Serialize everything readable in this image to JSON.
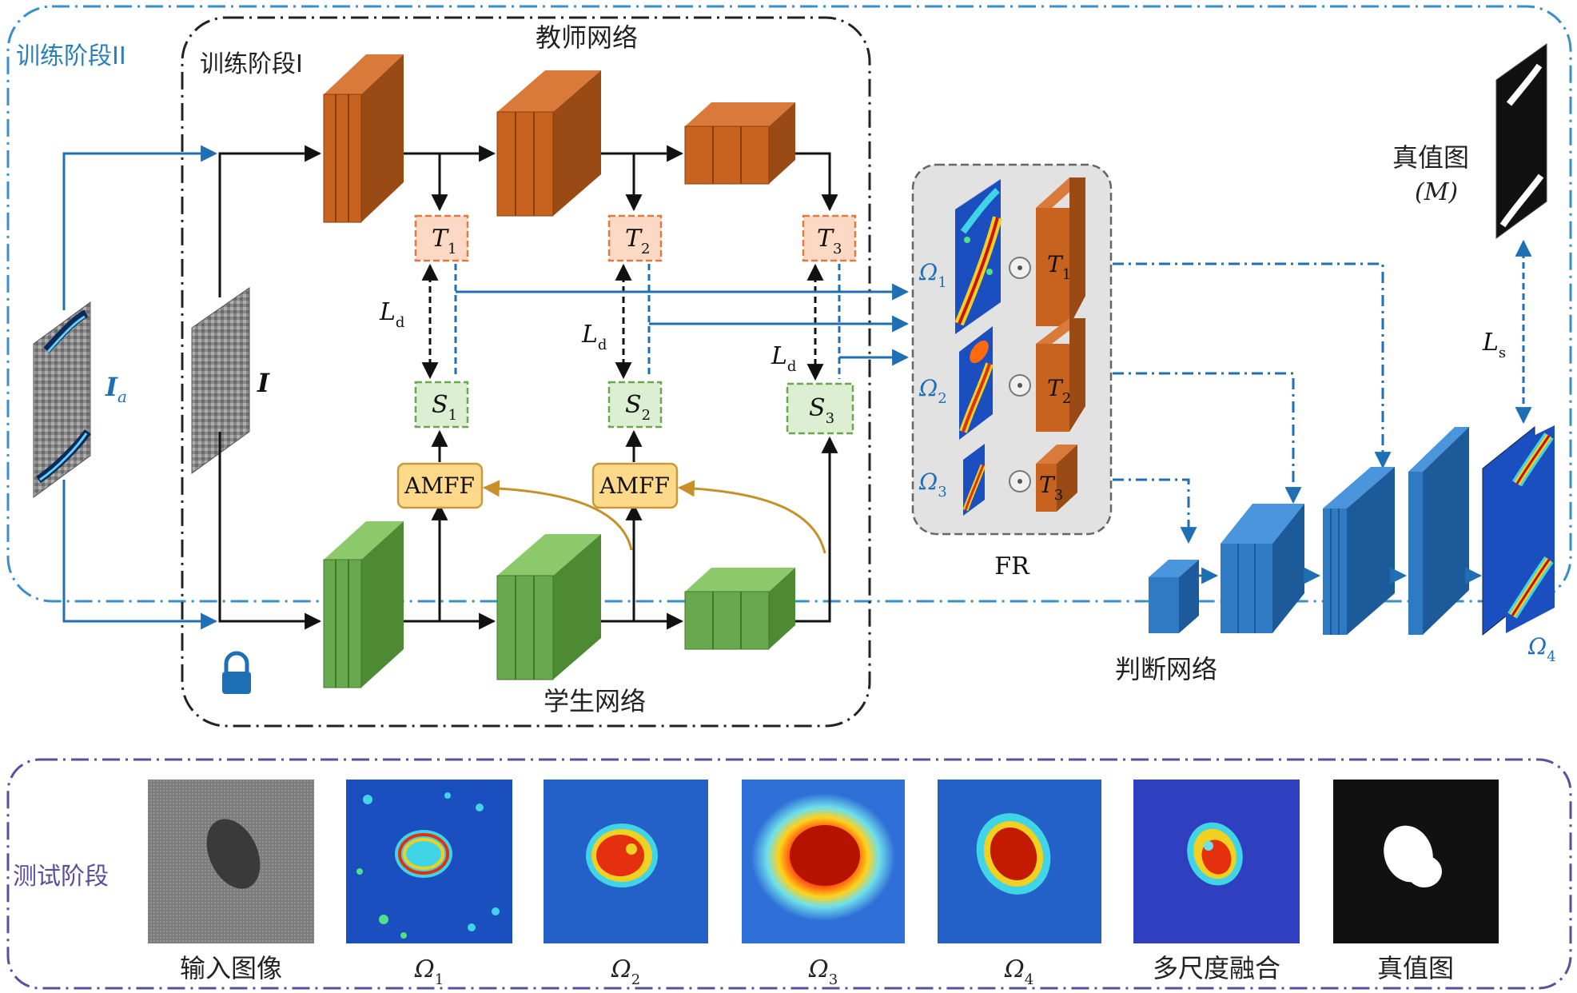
{
  "stages": {
    "train2": "训练阶段II",
    "train1": "训练阶段I",
    "test": "测试阶段"
  },
  "networks": {
    "teacher": "教师网络",
    "student": "学生网络",
    "judge": "判断网络"
  },
  "inputs": {
    "anomaly_main": "I",
    "anomaly_sub": "a",
    "normal": "I"
  },
  "teacher_features": [
    {
      "main": "T",
      "sub": "1"
    },
    {
      "main": "T",
      "sub": "2"
    },
    {
      "main": "T",
      "sub": "3"
    }
  ],
  "student_features": [
    {
      "main": "S",
      "sub": "1"
    },
    {
      "main": "S",
      "sub": "2"
    },
    {
      "main": "S",
      "sub": "3"
    }
  ],
  "fusion_label": "AMFF",
  "distill_loss": {
    "main": "L",
    "sub": "d"
  },
  "seg_loss": {
    "main": "L",
    "sub": "s"
  },
  "fr": {
    "label": "FR",
    "rows": [
      {
        "omega": "Ω",
        "sub": "1",
        "t": "T",
        "tsub": "1"
      },
      {
        "omega": "Ω",
        "sub": "2",
        "t": "T",
        "tsub": "2"
      },
      {
        "omega": "Ω",
        "sub": "3",
        "t": "T",
        "tsub": "3"
      }
    ],
    "operator": "⊙"
  },
  "ground_truth": {
    "label": "真值图",
    "symbol": "(M)"
  },
  "output": {
    "main": "Ω",
    "sub": "4"
  },
  "test_row": [
    {
      "label": "输入图像"
    },
    {
      "label": "Ω",
      "sub": "1"
    },
    {
      "label": "Ω",
      "sub": "2"
    },
    {
      "label": "Ω",
      "sub": "3"
    },
    {
      "label": "Ω",
      "sub": "4"
    },
    {
      "label": "多尺度融合"
    },
    {
      "label": "真值图"
    }
  ],
  "colors": {
    "stage2_border": "#3a8fc7",
    "stage1_border": "#222222",
    "test_border": "#5a4f9a",
    "teacher": "#c8621f",
    "student": "#6aa84f",
    "judge": "#2e7bc4",
    "arrow_blue": "#1f6fb5",
    "amff_fill": "#ffd98a",
    "amff_border": "#c89a3a"
  }
}
